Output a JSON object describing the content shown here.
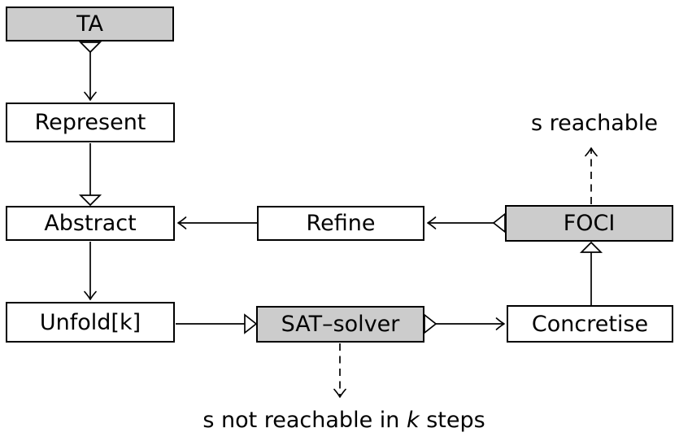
{
  "diagram": {
    "nodes": {
      "ta": {
        "label": "TA",
        "variant": "highlight"
      },
      "represent": {
        "label": "Represent",
        "variant": "default"
      },
      "abstract": {
        "label": "Abstract",
        "variant": "default"
      },
      "unfold": {
        "label": "Unfold[k]",
        "variant": "default"
      },
      "refine": {
        "label": "Refine",
        "variant": "default"
      },
      "sat_solver": {
        "label": "SAT–solver",
        "variant": "highlight"
      },
      "foci": {
        "label": "FOCI",
        "variant": "highlight"
      },
      "concretise": {
        "label": "Concretise",
        "variant": "default"
      }
    },
    "annotations": {
      "reachable": "s reachable",
      "not_reachable_prefix": "s not reachable in ",
      "not_reachable_k": "k",
      "not_reachable_suffix": " steps"
    },
    "edges": [
      {
        "from": "TA",
        "to": "Represent",
        "line": "solid",
        "tail": "open-triangle",
        "head": "vee"
      },
      {
        "from": "Represent",
        "to": "Abstract",
        "line": "solid",
        "tail": "none",
        "head": "open-triangle"
      },
      {
        "from": "Abstract",
        "to": "Unfold[k]",
        "line": "solid",
        "tail": "none",
        "head": "vee"
      },
      {
        "from": "Refine",
        "to": "Abstract",
        "line": "solid",
        "tail": "none",
        "head": "vee"
      },
      {
        "from": "FOCI",
        "to": "Refine",
        "line": "solid",
        "tail": "open-triangle",
        "head": "vee"
      },
      {
        "from": "Unfold[k]",
        "to": "SAT–solver",
        "line": "solid",
        "tail": "none",
        "head": "open-triangle"
      },
      {
        "from": "SAT–solver",
        "to": "Concretise",
        "line": "solid",
        "tail": "open-triangle",
        "head": "vee"
      },
      {
        "from": "Concretise",
        "to": "FOCI",
        "line": "solid",
        "tail": "none",
        "head": "open-triangle"
      },
      {
        "from": "FOCI",
        "to": "s reachable",
        "line": "dashed",
        "tail": "none",
        "head": "vee"
      },
      {
        "from": "SAT–solver",
        "to": "s not reachable in k steps",
        "line": "dashed",
        "tail": "none",
        "head": "vee"
      }
    ]
  },
  "colors": {
    "node_fill_highlight": "#cccccc",
    "node_fill_default": "#ffffff",
    "stroke": "#000000"
  }
}
